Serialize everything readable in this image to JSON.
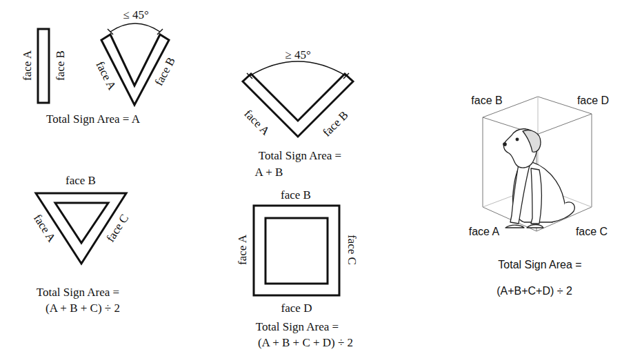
{
  "diagram": {
    "labels": [
      "face A",
      "face B",
      "≤ 45°",
      "face A",
      "face B",
      "Total Sign Area = A",
      "≥ 45°",
      "face A",
      "face B",
      "Total Sign Area =",
      "A + B",
      "face B",
      "face A",
      "face C",
      "Total Sign Area =",
      "(A + B + C) ÷ 2",
      "face B",
      "face A",
      "face C",
      "face D",
      "Total Sign Area =",
      "(A + B + C + D) ÷ 2",
      "face B",
      "face D",
      "face A",
      "face C",
      "Total Sign Area =",
      "(A+B+C+D) ÷ 2"
    ]
  }
}
